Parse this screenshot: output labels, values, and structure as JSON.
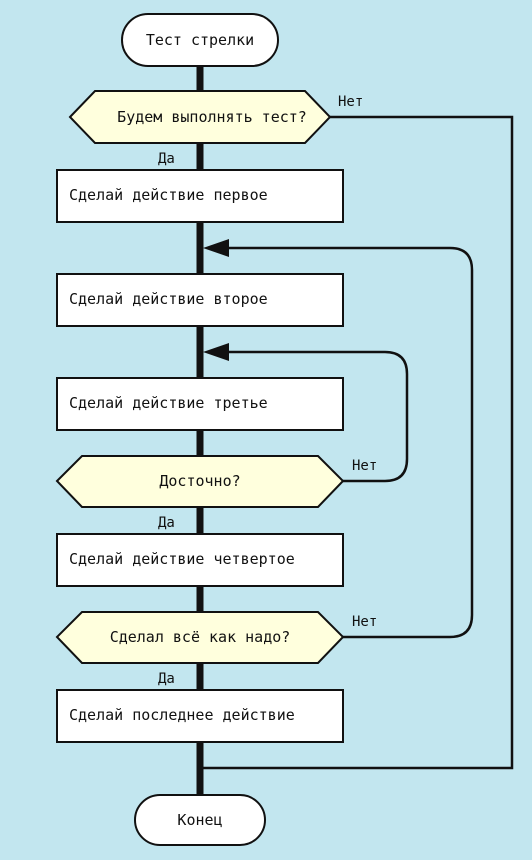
{
  "start": "Тест стрелки",
  "decision1": "Будем выполнять тест?",
  "action1": "Сделай действие первое",
  "action2": "Сделай действие второе",
  "action3": "Сделай действие третье",
  "decision2": "Досточно?",
  "action4": "Сделай действие четвертое",
  "decision3": "Сделал всё как надо?",
  "action5": "Сделай последнее действие",
  "end": "Конец",
  "yes_label": "Да",
  "no_label": "Нет",
  "colors": {
    "background": "#c2e6ef",
    "decision_fill": "#ffffdd",
    "box_fill": "#ffffff",
    "line": "#111111"
  }
}
